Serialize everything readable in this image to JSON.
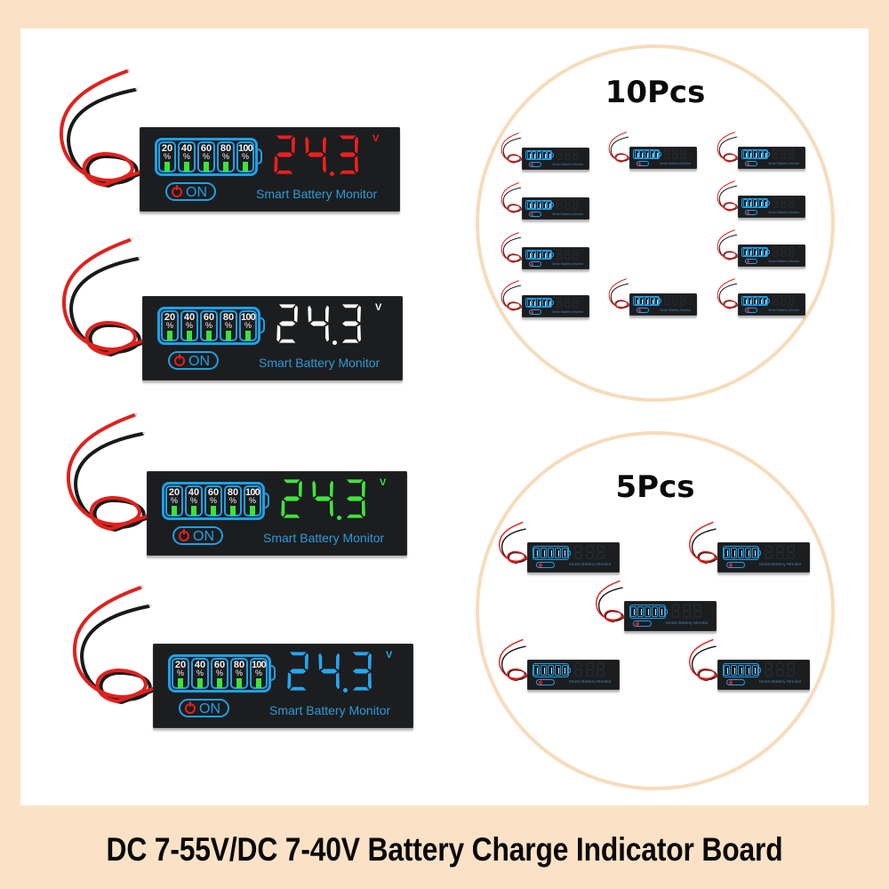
{
  "footer": {
    "title": "DC 7-55V/DC 7-40V Battery Charge Indicator Board"
  },
  "board": {
    "brand_label": "Smart Battery Monitor",
    "on_label": "ON",
    "cells": [
      {
        "label": "20",
        "unit": "%"
      },
      {
        "label": "40",
        "unit": "%"
      },
      {
        "label": "60",
        "unit": "%"
      },
      {
        "label": "80",
        "unit": "%"
      },
      {
        "label": "100",
        "unit": "%"
      }
    ],
    "voltage_unit": "V",
    "colors": {
      "board_bg": "#1c1d1f",
      "battery_outline": "#1ea0e6",
      "cell_bar": "#3ce33c",
      "power_icon": "#e02020",
      "brand_text": "#2a9bd8"
    }
  },
  "variants": [
    {
      "name": "red",
      "reading": "24.3",
      "digit_color": "#f01e1e"
    },
    {
      "name": "white",
      "reading": "24.3",
      "digit_color": "#ffffff"
    },
    {
      "name": "green",
      "reading": "24.3",
      "digit_color": "#3ee53e"
    },
    {
      "name": "blue",
      "reading": "24.3",
      "digit_color": "#26a6ee"
    }
  ],
  "packs": [
    {
      "label": "10Pcs",
      "quantity": 10
    },
    {
      "label": "5Pcs",
      "quantity": 5
    }
  ],
  "colors": {
    "background": "#fbe2c7",
    "panel": "#ffffff",
    "circle_border": "#f7dcbc",
    "wire_red": "#e0211d",
    "wire_black": "#1a1a1a"
  }
}
